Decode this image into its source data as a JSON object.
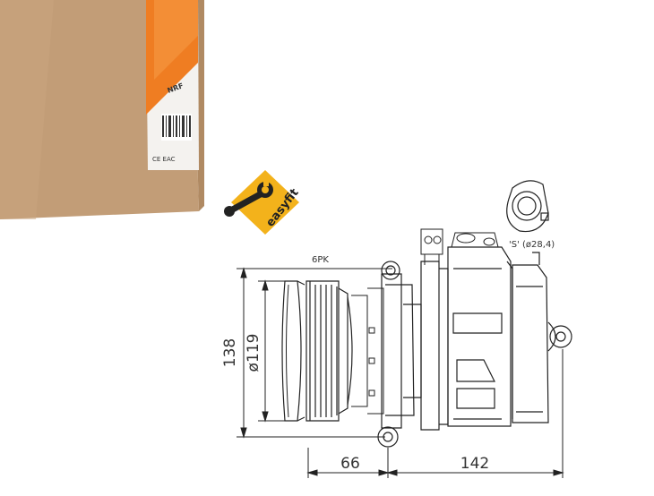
{
  "box": {
    "brand": "NRF",
    "marks": "CE EAC"
  },
  "badge": {
    "text": "easyfit",
    "color": "#f3b21b",
    "icon": "wrench-icon"
  },
  "drawing": {
    "belt_label": "6PK",
    "height_label": "138",
    "pulley_diameter_label": "ø119",
    "offset_label": "66",
    "length_label": "142",
    "port_label": "'S' (ø28,4)"
  },
  "colors": {
    "box": "#c4a07a",
    "box_label": "#ffffff",
    "accent": "#f07d22",
    "line": "#222222"
  }
}
